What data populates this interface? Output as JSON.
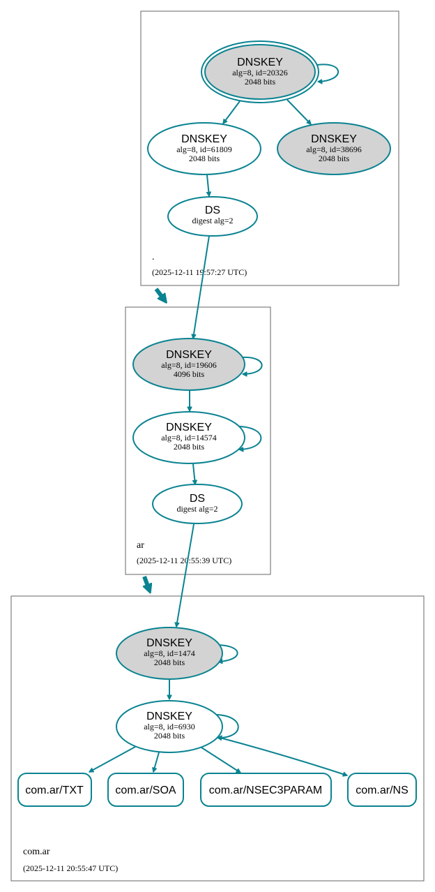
{
  "colors": {
    "edge": "#0a8391",
    "secure_fill": "#d3d3d3",
    "plain_fill": "#ffffff",
    "zone_border": "#666666"
  },
  "zones": {
    "root": {
      "name": ".",
      "date": "(2025-12-11 19:57:27 UTC)"
    },
    "ar": {
      "name": "ar",
      "date": "(2025-12-11 20:55:39 UTC)"
    },
    "comar": {
      "name": "com.ar",
      "date": "(2025-12-11 20:55:47 UTC)"
    }
  },
  "nodes": {
    "root_ksk": {
      "title": "DNSKEY",
      "l1": "alg=8, id=20326",
      "l2": "2048 bits"
    },
    "root_zsk1": {
      "title": "DNSKEY",
      "l1": "alg=8, id=61809",
      "l2": "2048 bits"
    },
    "root_zsk2": {
      "title": "DNSKEY",
      "l1": "alg=8, id=38696",
      "l2": "2048 bits"
    },
    "root_ds": {
      "title": "DS",
      "l1": "digest alg=2"
    },
    "ar_ksk": {
      "title": "DNSKEY",
      "l1": "alg=8, id=19606",
      "l2": "4096 bits"
    },
    "ar_zsk": {
      "title": "DNSKEY",
      "l1": "alg=8, id=14574",
      "l2": "2048 bits"
    },
    "ar_ds": {
      "title": "DS",
      "l1": "digest alg=2"
    },
    "comar_ksk": {
      "title": "DNSKEY",
      "l1": "alg=8, id=1474",
      "l2": "2048 bits"
    },
    "comar_zsk": {
      "title": "DNSKEY",
      "l1": "alg=8, id=6930",
      "l2": "2048 bits"
    }
  },
  "records": {
    "txt": "com.ar/TXT",
    "soa": "com.ar/SOA",
    "nsec3param": "com.ar/NSEC3PARAM",
    "ns": "com.ar/NS"
  }
}
